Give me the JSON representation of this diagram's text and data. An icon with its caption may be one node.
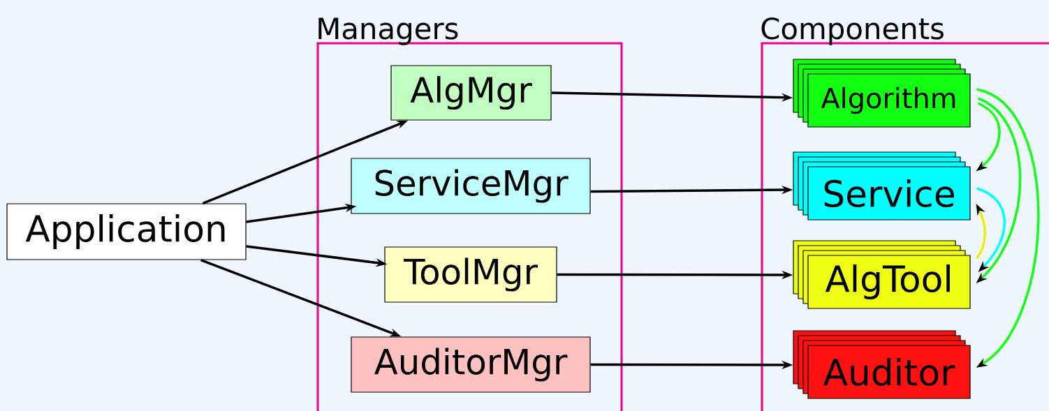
{
  "diagram": {
    "nodes": [
      {
        "text": [
          "Managers"
        ]
      },
      {
        "text": [
          "Components"
        ]
      },
      {
        "text": [
          "Application"
        ]
      },
      {
        "text": [
          "AlgMgr"
        ],
        "in": 0
      },
      {
        "text": [
          "ServiceMgr"
        ],
        "in": 0
      },
      {
        "text": [
          "ToolMgr"
        ],
        "in": 0
      },
      {
        "text": [
          "AuditorMgr"
        ],
        "in": 0
      },
      {
        "text": [
          "Algorithm"
        ],
        "in": 1
      },
      {
        "text": [
          "Service"
        ],
        "in": 1
      },
      {
        "text": [
          "AlgTool"
        ],
        "in": 1
      },
      {
        "text": [
          "Auditor"
        ],
        "in": 1
      }
    ],
    "edges": [
      {
        "from": 2,
        "to": 3,
        "arrow": "to"
      },
      {
        "from": 2,
        "to": 4,
        "arrow": "to"
      },
      {
        "from": 2,
        "to": 5,
        "arrow": "to"
      },
      {
        "from": 2,
        "to": 6,
        "arrow": "to"
      },
      {
        "from": 3,
        "to": 7,
        "arrow": "to"
      },
      {
        "from": 4,
        "to": 8,
        "arrow": "to"
      },
      {
        "from": 5,
        "to": 9,
        "arrow": "to"
      },
      {
        "from": 6,
        "to": 10,
        "arrow": "to"
      },
      {
        "from": 7,
        "to": 8,
        "arrow": "to",
        "color": "#11ff11"
      },
      {
        "from": 7,
        "to": 9,
        "arrow": "to",
        "color": "#11ff11"
      },
      {
        "from": 7,
        "to": 10,
        "arrow": "to",
        "color": "#11ff11"
      },
      {
        "from": 8,
        "to": 9,
        "arrow": "to",
        "color": "#00ffff"
      },
      {
        "from": 9,
        "to": 8,
        "arrow": "to",
        "color": "#eeee00"
      }
    ]
  }
}
